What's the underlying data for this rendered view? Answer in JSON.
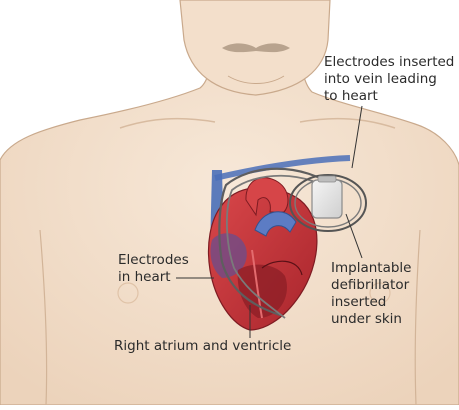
{
  "labels": {
    "electrodes_vein": [
      "Electrodes inserted",
      "into vein leading",
      "to heart"
    ],
    "defibrillator": [
      "Implantable",
      "defibrillator",
      "inserted",
      "under skin"
    ],
    "electrodes_heart": [
      "Electrodes",
      "in heart"
    ],
    "atrium_ventricle": [
      "Right atrium and ventricle"
    ]
  },
  "colors": {
    "skin": "#f4e2d0",
    "skin_shade": "#e8cdb4",
    "outline": "#b08f73",
    "heart_muscle": "#c8373c",
    "heart_inner": "#8e1f27",
    "vein_blue": "#4a6fb8",
    "lead_gray": "#6b6b6b",
    "device": "#e6e6e6",
    "leader_line": "#333333"
  }
}
